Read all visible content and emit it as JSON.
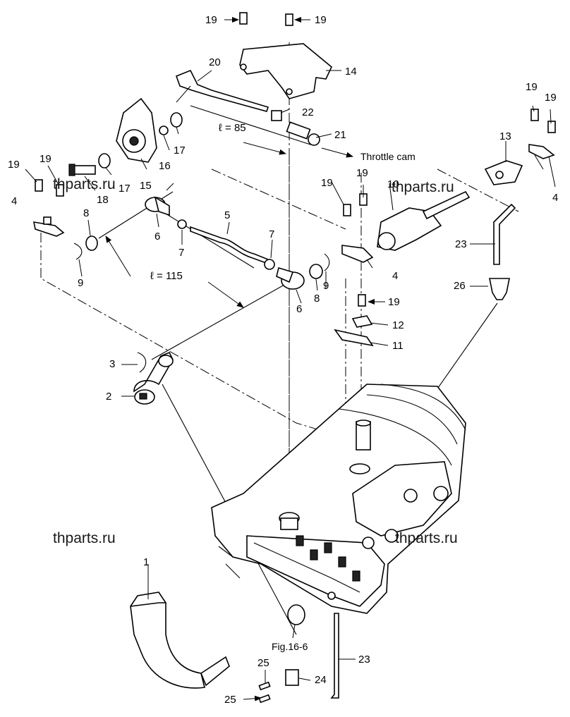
{
  "callouts": {
    "p1": "1",
    "p2": "2",
    "p3": "3",
    "p4a": "4",
    "p4b": "4",
    "p4c": "4",
    "p5": "5",
    "p6a": "6",
    "p6b": "6",
    "p7a": "7",
    "p7b": "7",
    "p8a": "8",
    "p8b": "8",
    "p9a": "9",
    "p9b": "9",
    "p10": "10",
    "p11": "11",
    "p12": "12",
    "p13": "13",
    "p14": "14",
    "p15": "15",
    "p16": "16",
    "p17a": "17",
    "p17b": "17",
    "p18": "18",
    "p19a": "19",
    "p19b": "19",
    "p19c": "19",
    "p19d": "19",
    "p19e": "19",
    "p19f": "19",
    "p19g": "19",
    "p19h": "19",
    "p20": "20",
    "p21": "21",
    "p22": "22",
    "p23a": "23",
    "p23b": "23",
    "p24": "24",
    "p25a": "25",
    "p25b": "25",
    "p26": "26"
  },
  "annotations": {
    "length_85": "ℓ = 85",
    "length_115": "ℓ = 115",
    "throttle_cam": "Throttle cam",
    "figure_ref": "Fig.16-6"
  },
  "watermarks": [
    "thparts.ru",
    "thparts.ru",
    "thparts.ru",
    "thparts.ru"
  ]
}
